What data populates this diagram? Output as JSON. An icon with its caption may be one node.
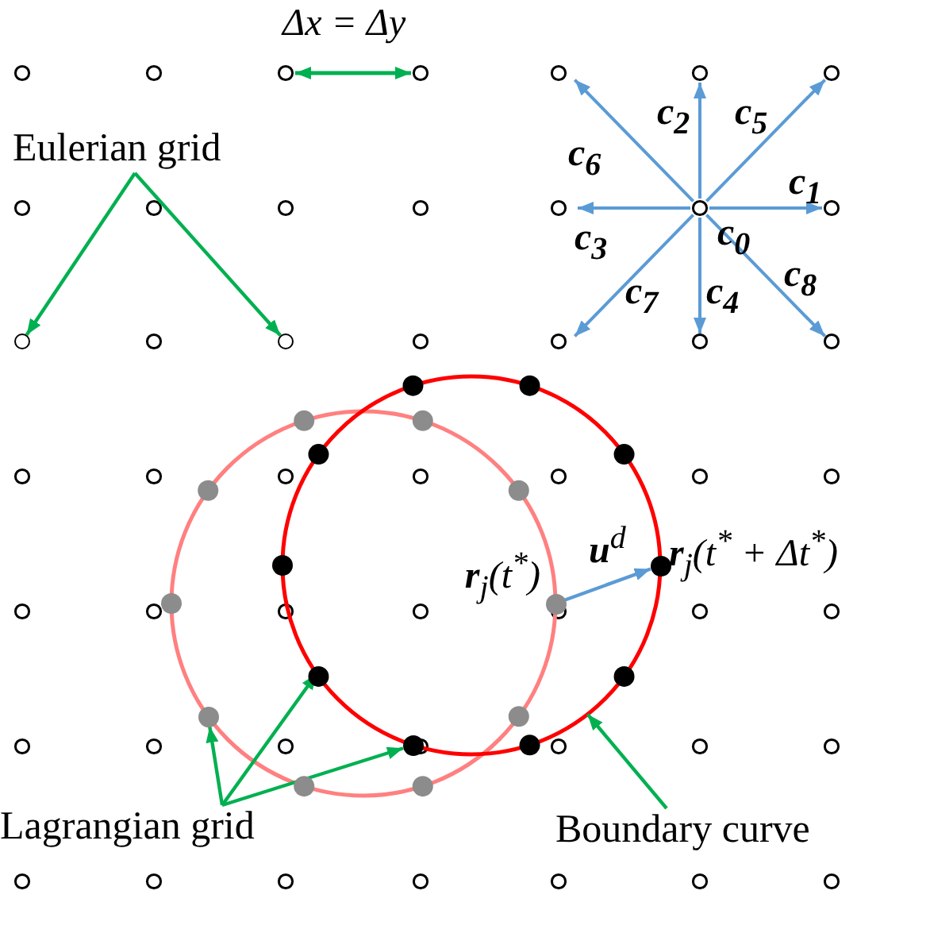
{
  "diagram": {
    "nodes": [
      {
        "text": [
          "Eulerian grid"
        ]
      },
      {
        "text": [],
        "shape": "circle"
      },
      {
        "text": [],
        "shape": "circle"
      },
      {
        "text": [],
        "shape": "circle",
        "beside": [
          "**r**$_{j}$(t$^{*}$)"
        ]
      },
      {
        "text": [],
        "shape": "circle",
        "beside": [
          "**r**$_{j}$(t$^{*}$ + Δt$^{*}$)"
        ]
      },
      {
        "text": [],
        "shape": "circle"
      },
      {
        "text": [],
        "shape": "circle"
      },
      {
        "text": [
          "Lagrangian grid"
        ]
      },
      {
        "text": [
          "Boundary curve"
        ]
      }
    ],
    "edges": [
      {
        "from": 0,
        "to": 1,
        "arrow": "to"
      },
      {
        "from": 0,
        "to": 2,
        "arrow": "to"
      },
      {
        "from": 3,
        "to": 4,
        "arrow": "to",
        "label": "**u**$^{d}$",
        "color": "#5b9bd5"
      },
      {
        "from": 7,
        "to": 5,
        "arrow": "to"
      },
      {
        "from": 7,
        "to": null,
        "arrow": "to"
      },
      {
        "from": 7,
        "to": 6,
        "arrow": "to"
      },
      {
        "from": 8,
        "to": null,
        "arrow": "to"
      }
    ],
    "labels": [
      "Δx = Δy",
      "c$_{2}$",
      "c$_{5}$",
      "c$_{6}$",
      "c$_{1}$",
      "c$_{0}$",
      "c$_{3}$",
      "c$_{7}$",
      "c$_{4}$",
      "c$_{8}$"
    ]
  }
}
